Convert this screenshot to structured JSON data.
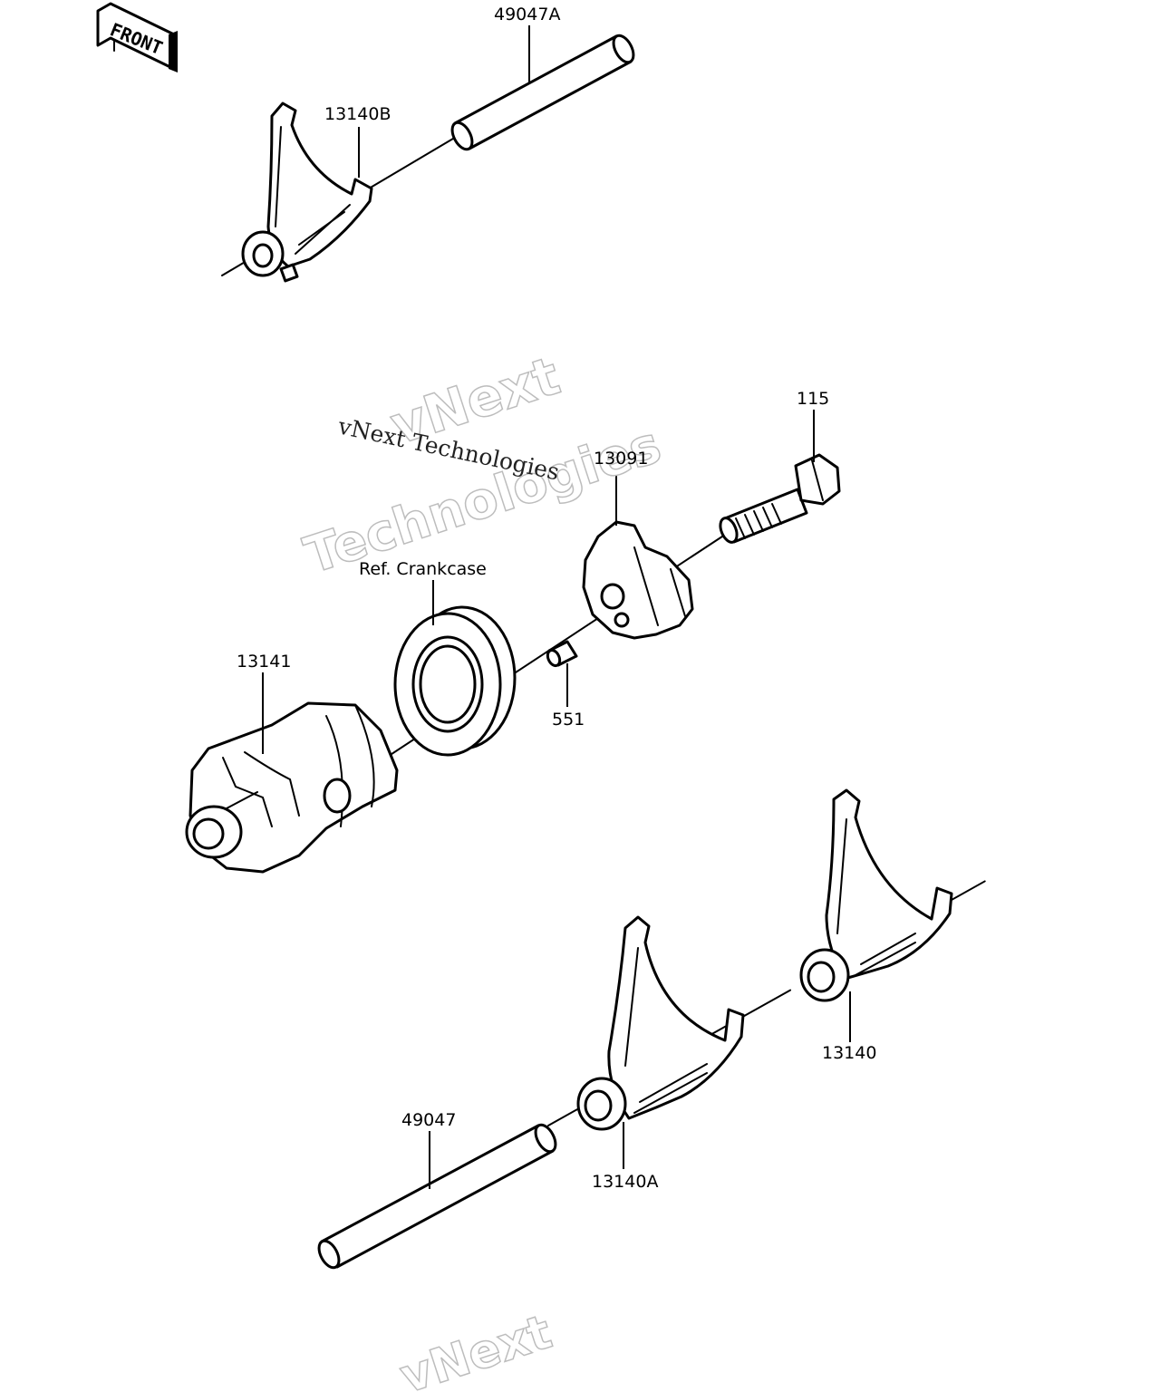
{
  "diagram": {
    "front_indicator": "FRONT",
    "parts": [
      {
        "id": "49047A",
        "label": "49047A",
        "kind": "shaft"
      },
      {
        "id": "13140B",
        "label": "13140B",
        "kind": "shift-fork"
      },
      {
        "id": "115",
        "label": "115",
        "kind": "bolt"
      },
      {
        "id": "13091",
        "label": "13091",
        "kind": "drum-holder"
      },
      {
        "id": "ref-crankcase",
        "label": "Ref. Crankcase",
        "kind": "bearing"
      },
      {
        "id": "13141",
        "label": "13141",
        "kind": "shift-drum"
      },
      {
        "id": "551",
        "label": "551",
        "kind": "pin"
      },
      {
        "id": "13140",
        "label": "13140",
        "kind": "shift-fork"
      },
      {
        "id": "49047",
        "label": "49047",
        "kind": "shaft"
      },
      {
        "id": "13140A",
        "label": "13140A",
        "kind": "shift-fork"
      }
    ],
    "watermark": {
      "outline_line1": "vNext",
      "outline_line2": "Technologies",
      "serif_text": "vNext Technologies",
      "bottom_fragment": "vNext",
      "color": "#bdbdbd"
    }
  }
}
